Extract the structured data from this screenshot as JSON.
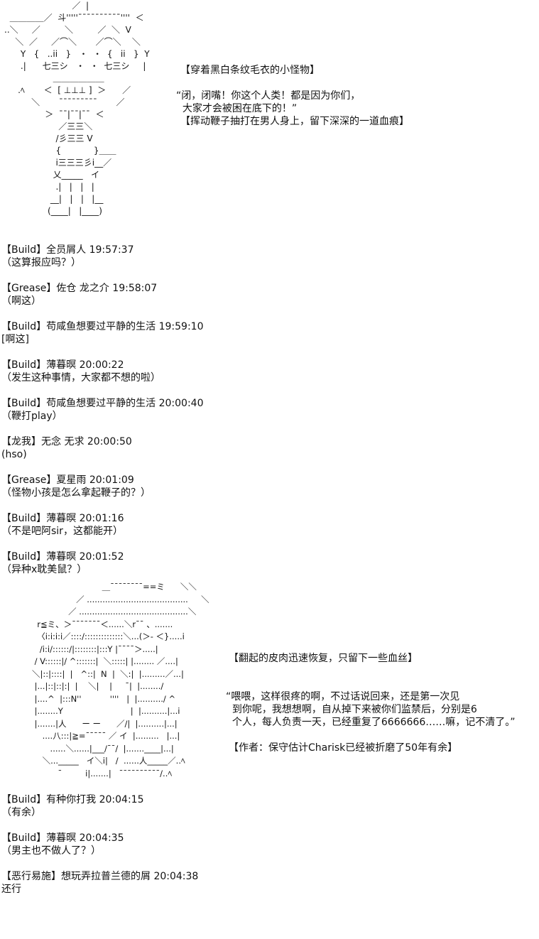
{
  "art_top": "                         ／  |\n  ＿＿＿＿／  斗'''''¯¯¯¯¯¯¯¯¯¯''''  ＜\n..＼     ／         ＼         ／  ＼  V\n    ＼  ／     ／⌒＼       ／⌒＼    ＼\n      Y   {   ..ii   }   ・  ・  {   ii   }  Y\n      .|      七三シ   ・  ・  七三シ     |\n                  ＿＿＿＿＿＿\n     .ﾍ       ＜  [ ⊥⊥⊥ ]  ＞      ／\n          ＼       ¯¯¯¯¯¯¯¯¯       ／\n               ＞  ¯¯|¯¯|¯¯  ＜\n                    ／三三＼\n                   /彡三三 V\n                   {            }＿＿\n                   i三三三彡i__／\n                  乂_____   イ\n                   .|   |   |   |\n                 __|   |   |   |__\n                (____|   |____)",
  "art_mid": "                              ＿¯¯¯¯¯¯¯¯==ミ      ＼＼\n                    ／ .......................................     ＼\n                 ／ ..........................................＼\n     r≦ミ、＞¯¯¯¯¯¯¯＜......＼r¯¯ 、.......\n     〈i:i:i:i／::::/::::::::::::::＼...(＞- ＜}.....i\n      /i:i/::::::/|::::::::|:::Y |¯¯¯¯＞.....|\n    / V::::::|/ ^:::::::|  ＼:::::| |........ ／....|\n   ＼|::|::::|  |   ^::|  N  |  ＼:|  |.........／...|\n    |...|::|::|:|  |    ＼|    |     ¯|  |......../\n    |....^  |:::N''           ''''   |  |........../ ^\n    |........Y                          |  |..........|...i\n    |.......|人      ー ー      ／/|  |..........|...|\n       ....八:::|≧=¯¯¯¯¯ ／ イ  |.........   |...|\n          ......＼......|___/¯¯/  |.......____|...|\n       ＼..._____   イ＼i|   /  ......人_____／..ﾍ\n             ¯         i|.......|   ¯¯¯¯¯¯¯¯¯¯/..ﾍ",
  "box1": {
    "narration": "【穿着黑白条纹毛衣的小怪物】",
    "speech_1": "“闭，闭嘴！你这个人类！都是因为你们，",
    "speech_2": "  大家才会被困在底下的！”",
    "action": "【挥动鞭子抽打在男人身上，留下深深的一道血痕】"
  },
  "box2": {
    "narration": "【翻起的皮肉迅速恢复，只留下一些血丝】",
    "speech_1": "“喂喂，这样很疼的啊，不过话说回来，还是第一次见",
    "speech_2": "  到你呢，我想想啊，自从掉下来被你们监禁后，分别是6",
    "speech_3": "  个人，每人负责一天，已经重复了6666666……嘛，记不清了。”",
    "author_note": "【作者：保守估计Charisk已经被折磨了50年有余】"
  },
  "chat": [
    {
      "header": "【Build】全员屑人 19:57:37",
      "body": "（这算报应吗？）"
    },
    {
      "header": "【Grease】佐仓 龙之介 19:58:07",
      "body": "（啊这）"
    },
    {
      "header": "【Build】苟咸鱼想要过平静的生活 19:59:10",
      "body": "[啊这]"
    },
    {
      "header": "【Build】薄暮暝 20:00:22",
      "body": "（发生这种事情，大家都不想的啦）"
    },
    {
      "header": "【Build】苟咸鱼想要过平静的生活 20:00:40",
      "body": "（鞭打play）"
    },
    {
      "header": "【龙我】无念 无求 20:00:50",
      "body": "(hso)"
    },
    {
      "header": "【Grease】夏星雨 20:01:09",
      "body": "（怪物小孩是怎么拿起鞭子的？）"
    },
    {
      "header": "【Build】薄暮暝 20:01:16",
      "body": "（不是吧阿sir，这都能开）"
    },
    {
      "header": "【Build】薄暮暝 20:01:52",
      "body": "（异种x耽美鼠？）"
    },
    {
      "header": "【Build】有种你打我 20:04:15",
      "body": "（有余）"
    },
    {
      "header": "【Build】薄暮暝 20:04:35",
      "body": "（男主也不做人了？）"
    },
    {
      "header": "【恶行易施】想玩弄拉普兰德的屑 20:04:38",
      "body": "还行"
    }
  ]
}
